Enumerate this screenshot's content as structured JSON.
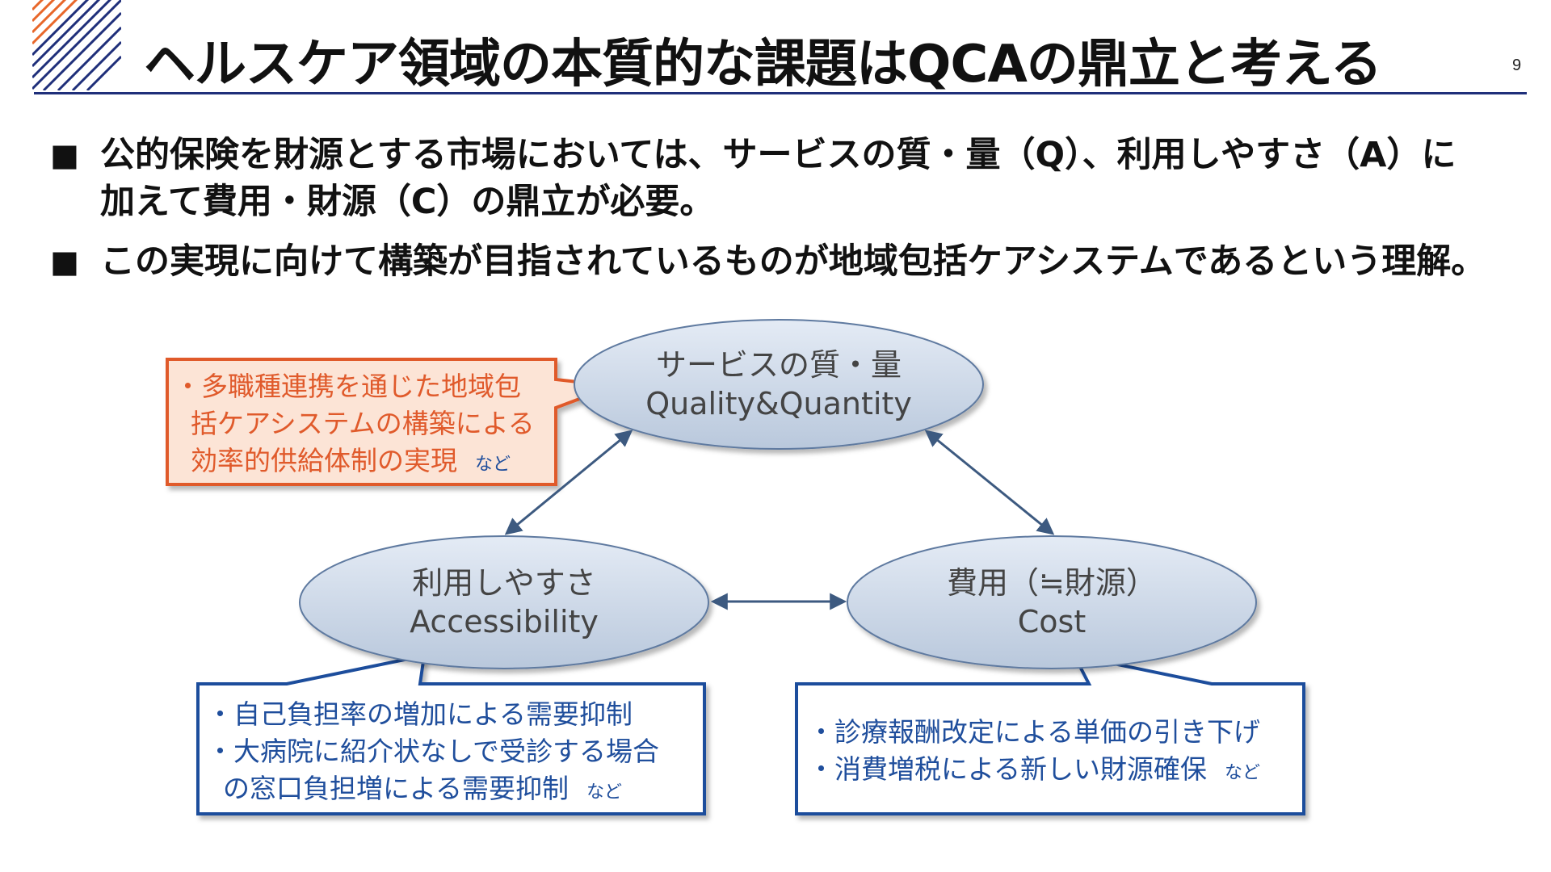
{
  "header": {
    "title": "ヘルスケア領域の本質的な課題はQCAの鼎立と考える",
    "page_number": "9",
    "colors": {
      "rule": "#1f2f7a",
      "deco_orange": "#e8672a",
      "deco_navy": "#1f2f7a"
    }
  },
  "bullets": [
    {
      "marker": "■",
      "line1": "公的保険を財源とする市場においては、サービスの質・量（Q）、利用しやすさ（A）に",
      "line2": "加えて費用・財源（C）の鼎立が必要。"
    },
    {
      "marker": "■",
      "line1": "この実現に向けて構築が目指されているものが地域包括ケアシステムであるという理解。"
    }
  ],
  "diagram": {
    "nodes": {
      "quality": {
        "jp": "サービスの質・量",
        "en": "Quality&Quantity"
      },
      "access": {
        "jp": "利用しやすさ",
        "en": "Accessibility"
      },
      "cost": {
        "jp": "費用（≒財源）",
        "en": "Cost"
      }
    },
    "notes": {
      "quality": {
        "lines": [
          "・多職種連携を通じた地域包",
          "括ケアシステムの構築による",
          "効率的供給体制の実現"
        ],
        "etc": "など"
      },
      "access": {
        "lines": [
          "・自己負担率の増加による需要抑制",
          "・大病院に紹介状なしで受診する場合",
          "の窓口負担増による需要抑制"
        ],
        "etc": "など"
      },
      "cost": {
        "lines": [
          "・診療報酬改定による単価の引き下げ",
          "・消費増税による新しい財源確保"
        ],
        "etc": "など"
      }
    },
    "colors": {
      "ellipse_fill_top": "#e4ebf5",
      "ellipse_fill_bottom": "#b9c8dc",
      "ellipse_stroke": "#5f7aa0",
      "arrow": "#3d5a80",
      "orange_border": "#e05a2b",
      "orange_fill": "#fce4d6",
      "blue_border": "#1f4e9c"
    }
  }
}
